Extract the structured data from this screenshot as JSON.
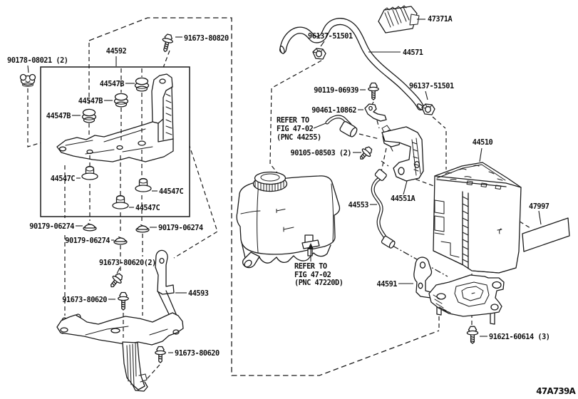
{
  "figure": {
    "code": "47A739A",
    "type": "toyota-parts-exploded-diagram",
    "subject": "brake actuator, reservoir and mounting brackets"
  },
  "colors": {
    "line": "#1a1a1a",
    "background": "#ffffff"
  },
  "labels": {
    "box_bracket": "44592",
    "wingnut": "90178-08021 (2)",
    "bolt_top": "91673-80820",
    "grommet": "44547B",
    "cushion": "44547C",
    "capnut": "90179-06274",
    "bolt_mid2": "91673-80620(2)",
    "bolt_mid": "91673-80620",
    "bracket_lower": "44593",
    "clamp": "96137-51501",
    "connector": "47371A",
    "hose": "44571",
    "bolt_union": "90119-06939",
    "clip": "90461-10862",
    "bolt_small": "90105-08503 (2)",
    "bracket_actuator": "44551A",
    "tube": "44553",
    "actuator": "44510",
    "sticker": "47997",
    "bracket_mount": "44591",
    "bolt_mount3": "91621-60614 (3)"
  },
  "refer_hose": {
    "l1": "REFER TO",
    "l2": "FIG 47-02",
    "l3": "(PNC 44255)"
  },
  "refer_reservoir": {
    "l1": "REFER TO",
    "l2": "FIG 47-02",
    "l3": "(PNC 47220D)"
  }
}
